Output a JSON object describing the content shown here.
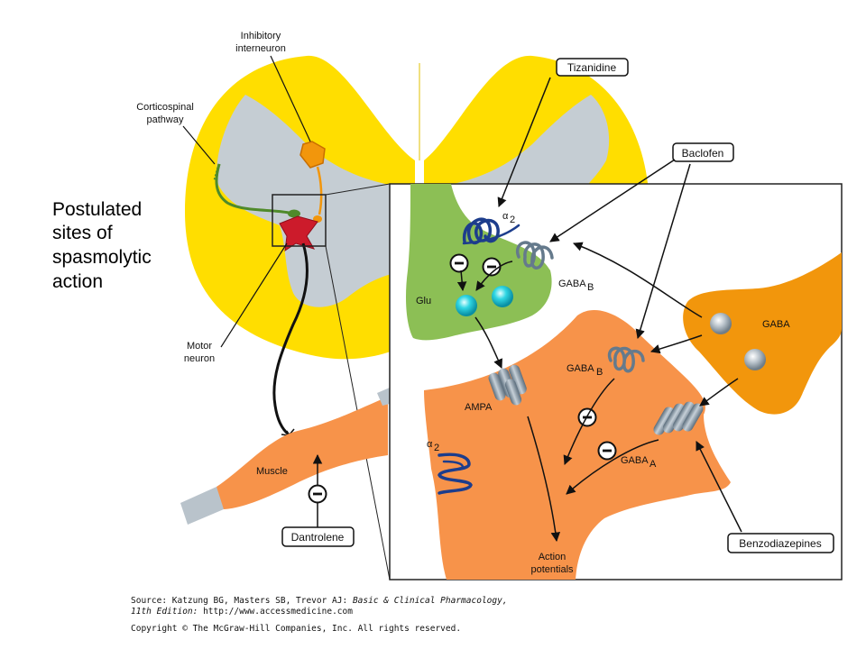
{
  "side_caption": [
    "Postulated",
    "sites of",
    "spasmolytic",
    "action"
  ],
  "labels": {
    "inhibitory_interneuron": [
      "Inhibitory",
      "interneuron"
    ],
    "corticospinal": [
      "Corticospinal",
      "pathway"
    ],
    "motor_neuron": [
      "Motor",
      "neuron"
    ],
    "muscle": "Muscle",
    "glu": "Glu",
    "gaba": "GABA",
    "ampa": "AMPA",
    "action_potentials": [
      "Action",
      "potentials"
    ],
    "alpha2_symbol": "α",
    "alpha2_sub": "2",
    "gabab_main": "GABA",
    "gabab_sub": "B",
    "gabaa_main": "GABA",
    "gabaa_sub": "A"
  },
  "drugs": {
    "tizanidine": "Tizanidine",
    "baclofen": "Baclofen",
    "dantrolene": "Dantrolene",
    "benzodiazepines": "Benzodiazepines"
  },
  "inhibit_symbol": "−",
  "credit": {
    "line1_prefix": "Source: Katzung BG, Masters SB, Trevor AJ: ",
    "line1_italic": "Basic & Clinical Pharmacology,",
    "line2_italic": "11th Edition: ",
    "line2_rest": "http://www.accessmedicine.com",
    "line3": "Copyright © The McGraw-Hill Companies, Inc. All rights reserved."
  },
  "colors": {
    "white_matter": "#ffde00",
    "gray_matter": "#c5cdd3",
    "presynaptic": "#8cbf55",
    "postsynaptic": "#f7934a",
    "gaba_neuron": "#f2960c",
    "receptor_blue": "#1d3d8c",
    "receptor_gray": "#657a8c",
    "motor_neuron": "#cc1b2b"
  }
}
